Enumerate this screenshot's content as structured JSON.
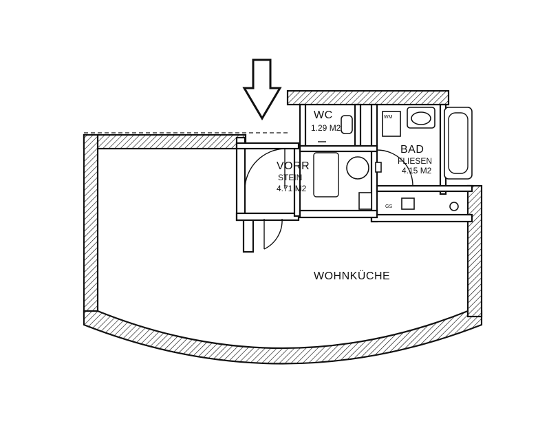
{
  "rooms": {
    "wc": {
      "name": "WC",
      "area": "1.29 M2"
    },
    "vorraum": {
      "name": "VORR",
      "floor": "STEIN",
      "area": "4.71 M2"
    },
    "bad": {
      "name": "BAD",
      "floor": "FLIESEN",
      "area": "4.15 M2"
    },
    "wohnkueche": {
      "name": "WOHNKÜCHE"
    }
  },
  "fixtures": {
    "washer": "WM",
    "gas_unit": "GS"
  },
  "colors": {
    "ink": "#111111",
    "paper": "#ffffff"
  },
  "icons": {
    "entrance": "down-arrow-icon"
  }
}
